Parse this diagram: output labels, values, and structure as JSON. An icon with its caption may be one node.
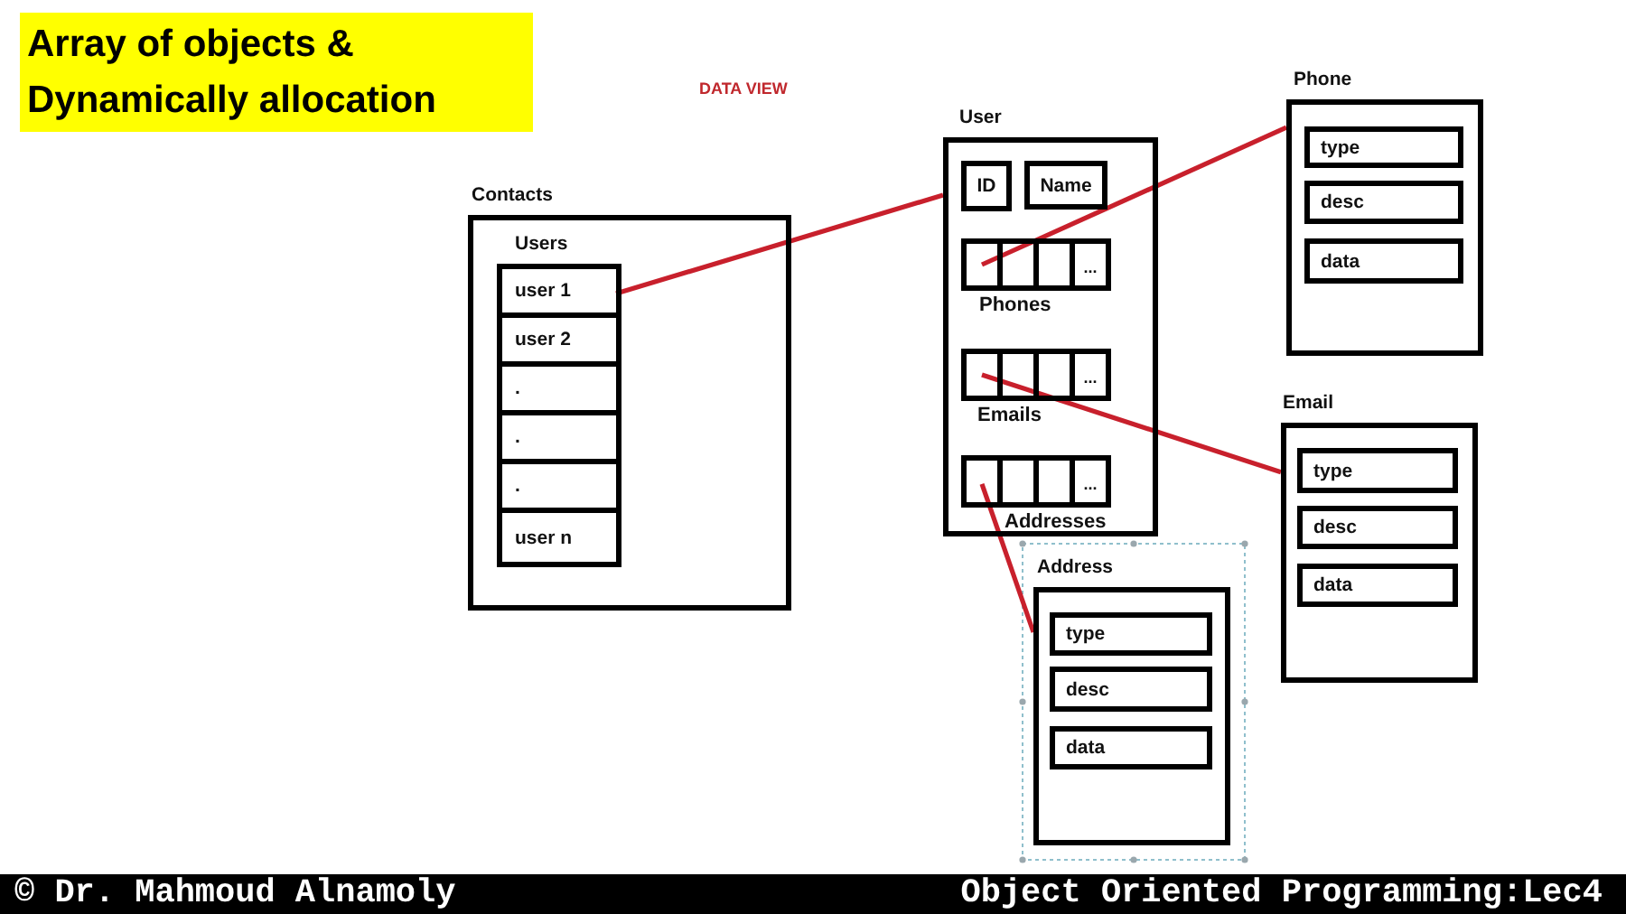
{
  "diagram": {
    "title": "Array of objects & Dynamically allocation",
    "nodes": [
      {
        "text": [
          "Contacts"
        ]
      },
      {
        "text": [
          "Users"
        ],
        "in": 0
      },
      {
        "text": [
          "user 1"
        ],
        "in": 1
      },
      {
        "text": [
          "user 2"
        ],
        "in": 1
      },
      {
        "text": [
          "."
        ],
        "in": 1
      },
      {
        "text": [
          "."
        ],
        "in": 1
      },
      {
        "text": [
          "."
        ],
        "in": 1
      },
      {
        "text": [
          "user n"
        ],
        "in": 1
      },
      {
        "text": [
          "User"
        ]
      },
      {
        "text": [
          "ID"
        ],
        "in": 8
      },
      {
        "text": [
          "Name"
        ],
        "in": 8
      },
      {
        "text": [
          "..."
        ],
        "beside": [
          "Phones"
        ],
        "in": 8
      },
      {
        "text": [
          "..."
        ],
        "beside": [
          "Emails"
        ],
        "in": 8
      },
      {
        "text": [
          "..."
        ],
        "beside": [
          "Addresses"
        ],
        "in": 8
      },
      {
        "text": [
          "Phone"
        ]
      },
      {
        "text": [
          "type"
        ],
        "in": 14
      },
      {
        "text": [
          "desc"
        ],
        "in": 14
      },
      {
        "text": [
          "data"
        ],
        "in": 14
      },
      {
        "text": [
          "Email"
        ]
      },
      {
        "text": [
          "type"
        ],
        "in": 18
      },
      {
        "text": [
          "desc"
        ],
        "in": 18
      },
      {
        "text": [
          "data"
        ],
        "in": 18
      },
      {
        "text": [
          "Address"
        ]
      },
      {
        "text": [
          "type"
        ],
        "in": 22
      },
      {
        "text": [
          "desc"
        ],
        "in": 22
      },
      {
        "text": [
          "data"
        ],
        "in": 22
      }
    ],
    "edges": [
      {
        "from": 2,
        "to": 8,
        "arrow": "none"
      },
      {
        "from": 11,
        "to": 14,
        "arrow": "none"
      },
      {
        "from": 12,
        "to": 18,
        "arrow": "none"
      },
      {
        "from": 13,
        "to": 22,
        "arrow": "none"
      }
    ],
    "labels": [
      "DATA VIEW",
      "© Dr. Mahmoud Alnamoly",
      "Object Oriented Programming:Lec4"
    ]
  }
}
